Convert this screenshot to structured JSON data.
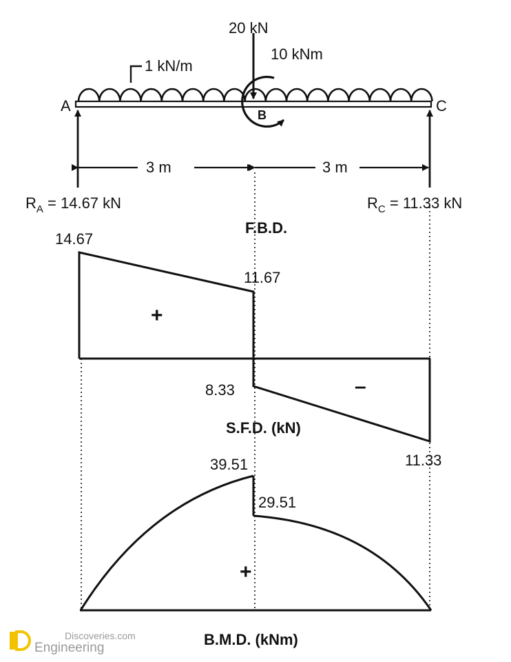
{
  "fbd": {
    "point_load": "20 kN",
    "moment": "10 kNm",
    "udl": "1 kN/m",
    "node_a": "A",
    "node_b": "B",
    "node_c": "C",
    "span_ab": "3 m",
    "span_bc": "3 m",
    "reaction_a": {
      "symbol": "R",
      "sub": "A",
      "value": "= 14.67 kN"
    },
    "reaction_c": {
      "symbol": "R",
      "sub": "C",
      "value": "= 11.33 kN"
    },
    "caption": "F.B.D."
  },
  "sfd": {
    "caption": "S.F.D. (kN)",
    "value_a": "14.67",
    "value_b_left": "11.67",
    "value_b_right": "8.33",
    "value_c": "11.33",
    "sign_positive": "+",
    "sign_negative": "–"
  },
  "bmd": {
    "caption": "B.M.D. (kNm)",
    "value_b_left": "39.51",
    "value_b_right": "29.51",
    "sign_positive": "+"
  },
  "watermark": {
    "line1": "Discoveries.com",
    "line2": "Engineering"
  },
  "colors": {
    "ink": "#111111",
    "watermark": "#9a9a9a",
    "watermark_accent": "#f2c400"
  }
}
